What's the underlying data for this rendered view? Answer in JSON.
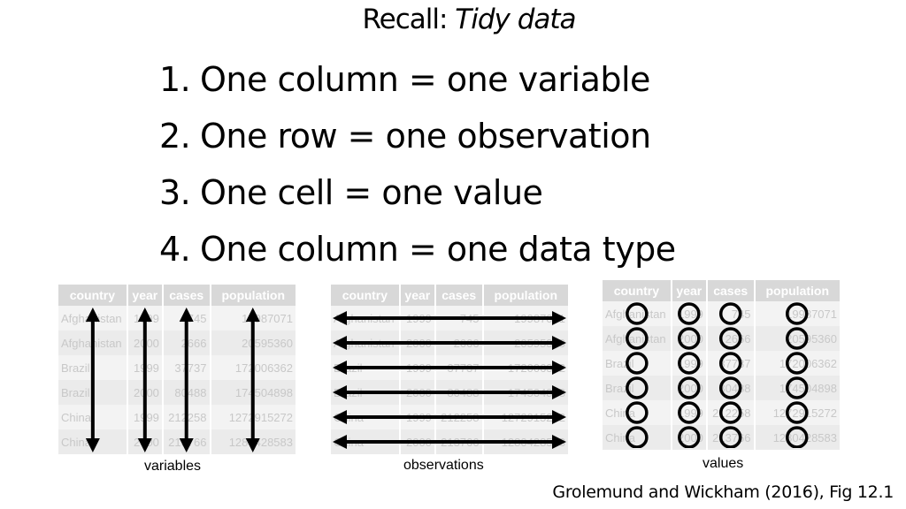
{
  "slide": {
    "title_plain": "Recall: ",
    "title_italic": "Tidy data",
    "rules": [
      {
        "num": "1.",
        "text": "One column = one variable"
      },
      {
        "num": "2.",
        "text": "One row = one observation"
      },
      {
        "num": "3.",
        "text": "One cell = one value"
      },
      {
        "num": "4.",
        "text": "One column = one data type"
      }
    ],
    "citation": "Grolemund and Wickham (2016), Fig 12.1"
  },
  "table": {
    "headers": [
      "country",
      "year",
      "cases",
      "population"
    ],
    "rows": [
      [
        "Afghanistan",
        "1999",
        "745",
        "19987071"
      ],
      [
        "Afghanistan",
        "2000",
        "2666",
        "20595360"
      ],
      [
        "Brazil",
        "1999",
        "37737",
        "172006362"
      ],
      [
        "Brazil",
        "2000",
        "80488",
        "174504898"
      ],
      [
        "China",
        "1999",
        "212258",
        "1272915272"
      ],
      [
        "China",
        "2000",
        "213766",
        "1280428583"
      ]
    ]
  },
  "captions": {
    "variables": "variables",
    "observations": "observations",
    "values": "values"
  },
  "colors": {
    "header_bg": "#d8d8d8",
    "header_text": "#ffffff",
    "cell_text": "#c8c8c8",
    "annotation": "#000000"
  }
}
